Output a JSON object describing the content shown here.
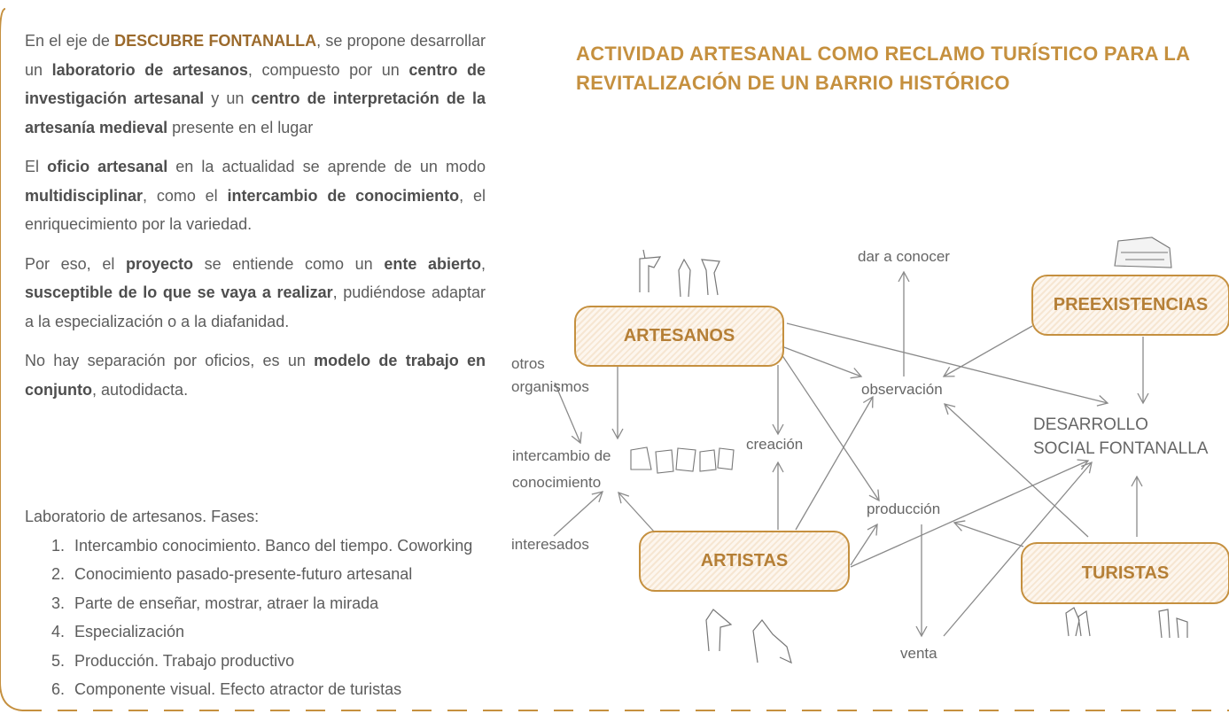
{
  "colors": {
    "accent": "#c5903f",
    "accent_dark": "#9b6a2c",
    "text": "#5c5c5c",
    "arrow": "#8a8a8a"
  },
  "left_text": {
    "p1": {
      "t1": "En el eje de ",
      "b1": "DESCUBRE FONTANALLA",
      "t2": ", se propone desarrollar un ",
      "b2": "laboratorio de artesanos",
      "t3": ", compuesto por un ",
      "b3": "centro de investigación artesanal",
      "t4": " y un ",
      "b4": "centro de interpretación de la artesanía medieval",
      "t5": " presente en el lugar"
    },
    "p2": {
      "t1": "El ",
      "b1": "oficio artesanal",
      "t2": " en la actualidad se aprende de un modo ",
      "b2": "multidisciplinar",
      "t3": ", como el ",
      "b3": "intercambio de conocimiento",
      "t4": ", el enriquecimiento por la variedad."
    },
    "p3": {
      "t1": "Por eso, el ",
      "b1": "proyecto",
      "t2": " se entiende como un ",
      "b2": "ente abierto",
      "t3": ", ",
      "b3": "susceptible de lo que se vaya a realizar",
      "t4": ", pudiéndose adaptar a la especialización o a la diafanidad."
    },
    "p4": {
      "t1": "No hay separación por oficios, es un ",
      "b1": "modelo de trabajo en conjunto",
      "t2": ", autodidacta."
    }
  },
  "phases": {
    "heading": "Laboratorio de artesanos. Fases:",
    "items": [
      "Intercambio conocimiento. Banco del tiempo. Coworking",
      "Conocimiento pasado-presente-futuro artesanal",
      "Parte de enseñar, mostrar, atraer la mirada",
      "Especialización",
      "Producción. Trabajo productivo",
      "Componente visual. Efecto atractor de turistas"
    ]
  },
  "diagram": {
    "title": "ACTIVIDAD ARTESANAL COMO RECLAMO TURÍSTICO PARA LA REVITALIZACIÓN DE UN BARRIO HISTÓRICO",
    "nodes": {
      "artesanos": "ARTESANOS",
      "artistas": "ARTISTAS",
      "turistas": "TURISTAS",
      "preexistencias": "PREEXISTENCIAS"
    },
    "labels": {
      "dar_a_conocer": "dar a conocer",
      "otros_organismos": "otros organismos",
      "observacion": "observación",
      "desarrollo": "DESARROLLO SOCIAL FONTANALLA",
      "intercambio": "intercambio de conocimiento",
      "creacion": "creación",
      "produccion": "producción",
      "interesados": "interesados",
      "venta": "venta"
    }
  }
}
